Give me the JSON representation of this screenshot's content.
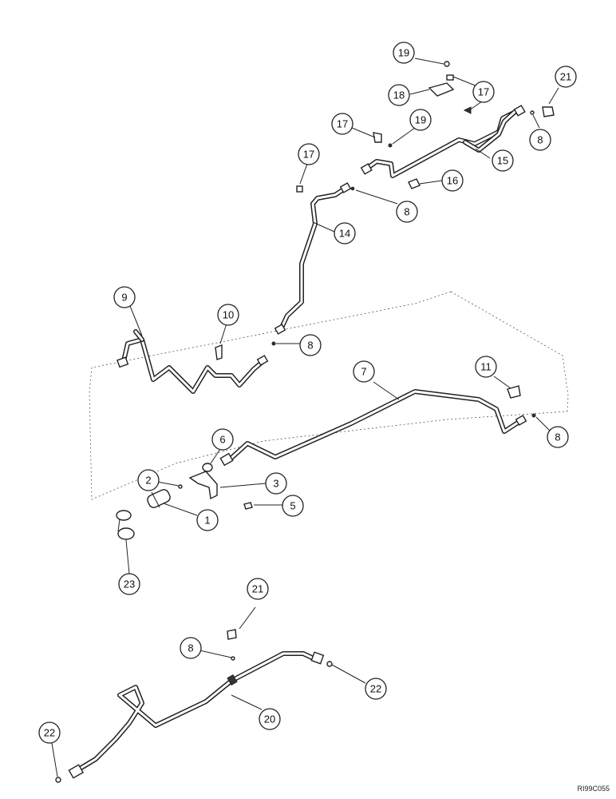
{
  "diagram": {
    "reference_code": "RI99C055",
    "callouts": [
      "1",
      "2",
      "3",
      "5",
      "6",
      "7",
      "8",
      "8",
      "8",
      "8",
      "8",
      "9",
      "10",
      "11",
      "14",
      "15",
      "16",
      "17",
      "17",
      "17",
      "18",
      "19",
      "19",
      "20",
      "21",
      "21",
      "22",
      "22",
      "23"
    ]
  }
}
